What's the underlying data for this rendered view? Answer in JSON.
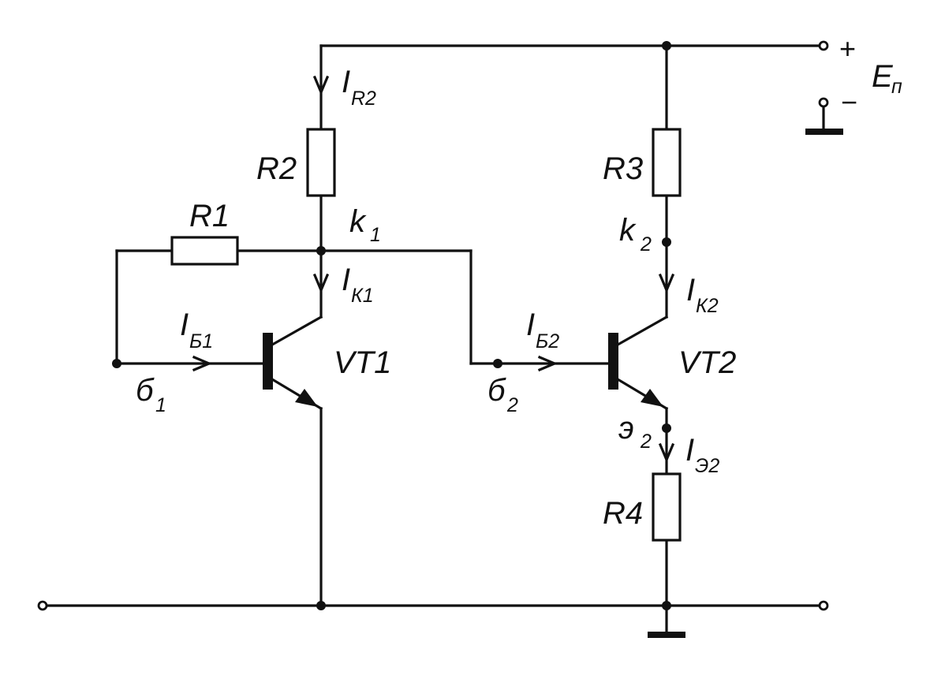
{
  "labels": {
    "r1": "R1",
    "r2": "R2",
    "r3": "R3",
    "r4": "R4",
    "vt1": "VT1",
    "vt2": "VT2",
    "k1_main": "k",
    "k1_sub": "1",
    "k2_main": "k",
    "k2_sub": "2",
    "b1_main": "б",
    "b1_sub": "1",
    "b2_main": "б",
    "b2_sub": "2",
    "e2_main": "э",
    "e2_sub": "2",
    "ir2_main": "I",
    "ir2_sub": "R2",
    "ik1_main": "I",
    "ik1_sub": "К1",
    "ik2_main": "I",
    "ik2_sub": "К2",
    "ib1_main": "I",
    "ib1_sub": "Б1",
    "ib2_main": "I",
    "ib2_sub": "Б2",
    "ie2_main": "I",
    "ie2_sub": "Э2",
    "supply_main": "E",
    "supply_sub": "п",
    "plus": "+",
    "minus": "−"
  }
}
